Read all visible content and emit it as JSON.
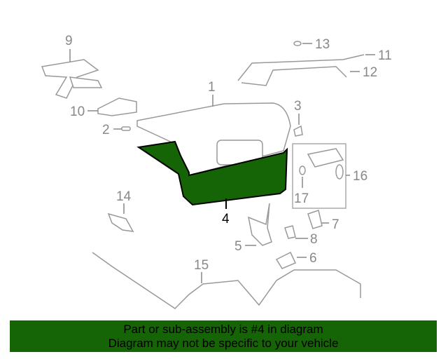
{
  "diagram": {
    "callouts": [
      "1",
      "2",
      "3",
      "4",
      "5",
      "6",
      "7",
      "8",
      "9",
      "10",
      "11",
      "12",
      "13",
      "14",
      "15",
      "16",
      "17"
    ],
    "highlighted_callout": "4",
    "highlight_color": "#156405"
  },
  "banner": {
    "line1": "Part or sub-assembly is #4 in diagram",
    "line2": "Diagram may not be specific to your vehicle",
    "background": "#156405"
  }
}
